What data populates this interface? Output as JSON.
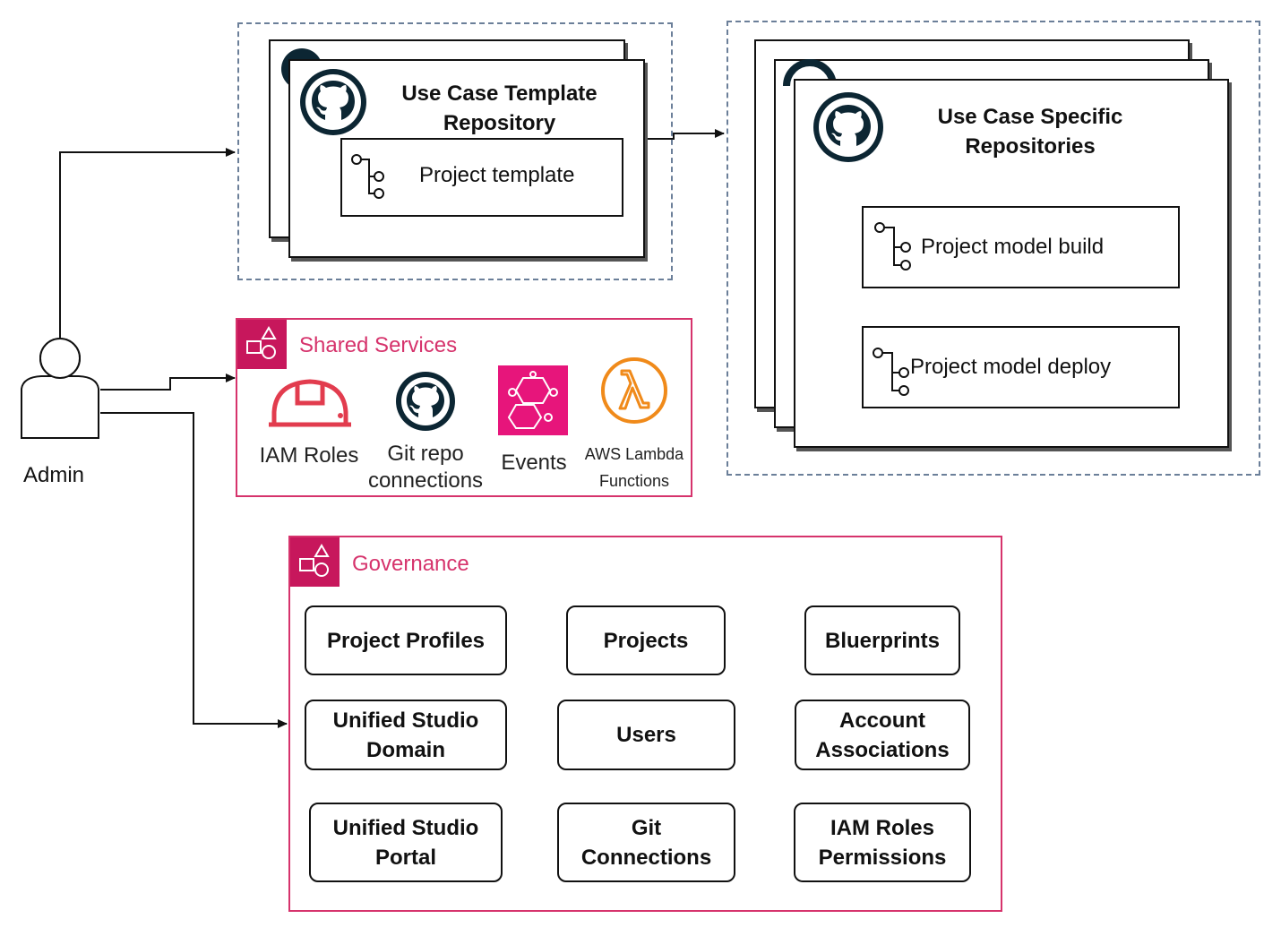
{
  "actor": {
    "label": "Admin"
  },
  "template_repo": {
    "title": "Use Case Template Repository",
    "item": "Project template"
  },
  "specific_repos": {
    "title": "Use Case Specific Repositories",
    "items": [
      "Project model build",
      "Project model deploy"
    ]
  },
  "shared_services": {
    "title": "Shared Services",
    "services": [
      {
        "label": "IAM Roles",
        "icon": "helmet-icon"
      },
      {
        "label": "Git repo connections",
        "icon": "github-icon"
      },
      {
        "label": "Events",
        "icon": "eventbridge-icon"
      },
      {
        "label": "AWS Lambda Functions",
        "icon": "lambda-icon"
      }
    ]
  },
  "governance": {
    "title": "Governance",
    "items": [
      "Project Profiles",
      "Projects",
      "Bluerprints",
      "Unified Studio Domain",
      "Users",
      "Account Associations",
      "Unified Studio Portal",
      "Git Connections",
      "IAM Roles Permissions"
    ]
  },
  "colors": {
    "accent": "#d6336c",
    "icon_bg": "#c7175c",
    "lambda": "#f08a1a",
    "dashed": "#6b7f99"
  }
}
